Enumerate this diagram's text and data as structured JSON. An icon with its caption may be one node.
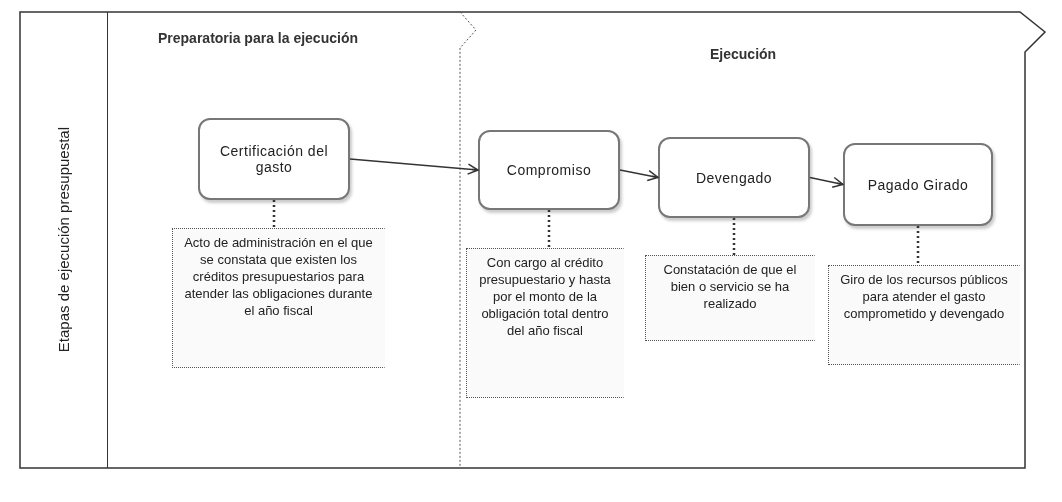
{
  "diagram": {
    "nodes": [
      {
        "text": [
          "Etapas de ejecución presupuestal"
        ]
      },
      {
        "text": [
          "Preparatoria para la ejecución"
        ],
        "in": 0
      },
      {
        "text": [
          "Ejecución"
        ],
        "in": 0
      },
      {
        "text": [
          "Certificación del gasto"
        ],
        "in": 1
      },
      {
        "text": [
          "Compromiso"
        ],
        "in": 2
      },
      {
        "text": [
          "Devengado"
        ],
        "in": 2
      },
      {
        "text": [
          "Pagado Girado"
        ],
        "in": 2
      },
      {
        "text": [
          "Acto de administración en el que se constata que existen los créditos presupuestarios para atender las obligaciones durante el año fiscal"
        ],
        "in": 1
      },
      {
        "text": [
          "Con cargo al crédito presupuestario y hasta por el monto de la obligación total dentro del año fiscal"
        ],
        "in": 2
      },
      {
        "text": [
          "Constatación de que el bien o servicio se ha realizado"
        ],
        "in": 2
      },
      {
        "text": [
          "Giro de los recursos públicos para atender el gasto comprometido y devengado"
        ],
        "in": 2
      }
    ],
    "edges": [
      {
        "from": 3,
        "to": 4,
        "arrow": "to"
      },
      {
        "from": 4,
        "to": 5,
        "arrow": "to"
      },
      {
        "from": 5,
        "to": 6,
        "arrow": "to"
      },
      {
        "from": 3,
        "to": 7,
        "arrow": "none",
        "style": "dashed"
      },
      {
        "from": 4,
        "to": 8,
        "arrow": "none",
        "style": "dashed"
      },
      {
        "from": 5,
        "to": 9,
        "arrow": "none",
        "style": "dashed"
      },
      {
        "from": 6,
        "to": 10,
        "arrow": "none",
        "style": "dashed"
      }
    ]
  }
}
